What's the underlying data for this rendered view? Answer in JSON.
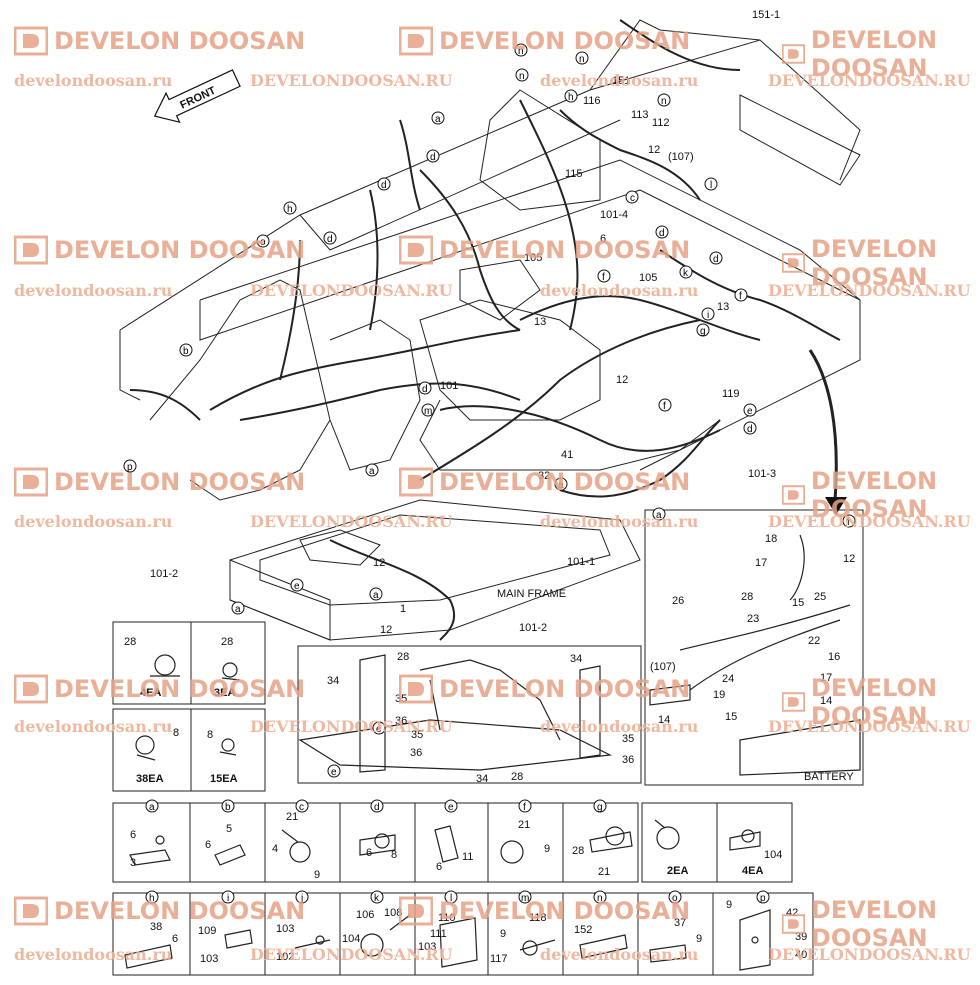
{
  "watermark": {
    "brand": "DEVELON DOOSAN",
    "url_lower": "develondoosan.ru",
    "url_upper": "DEVELONDOOSAN.RU"
  },
  "labels": {
    "front": "FRONT",
    "main_frame": "MAIN FRAME",
    "battery": "BATTERY",
    "p151_1": "151-1",
    "p151": "151",
    "p116": "116",
    "p113": "113",
    "p112": "112",
    "p12": "12",
    "p107": "(107)",
    "p115": "115",
    "p101_4": "101-4",
    "p6": "6",
    "p105": "105",
    "p13": "13",
    "p119": "119",
    "p101": "101",
    "p41": "41",
    "p32": "32",
    "p101_3": "101-3",
    "p101_1": "101-1",
    "p101_2": "101-2",
    "p1": "1",
    "p28": "28",
    "p34": "34",
    "p35": "35",
    "p36": "36",
    "p18": "18",
    "p17": "17",
    "p26": "26",
    "p15": "15",
    "p25": "25",
    "p23": "23",
    "p22": "22",
    "p16": "16",
    "p24": "24",
    "p19": "19",
    "p14": "14",
    "ea4": "4EA",
    "ea3": "3EA",
    "ea38": "38EA",
    "ea15": "15EA",
    "ea2": "2EA",
    "p8": "8",
    "p3": "3",
    "p5": "5",
    "p4": "4",
    "p21": "21",
    "p9": "9",
    "p11": "11",
    "p104": "104",
    "p109": "109",
    "p103": "103",
    "p102": "102",
    "p106": "106",
    "p108": "108",
    "p110": "110",
    "p111": "111",
    "p118": "118",
    "p117": "117",
    "p152": "152",
    "p37": "37",
    "p42": "42",
    "p39": "39",
    "p40": "40",
    "p38": "38"
  },
  "detail_letters": [
    "a",
    "b",
    "c",
    "d",
    "e",
    "f",
    "g",
    "h",
    "i",
    "j",
    "k",
    "l",
    "m",
    "n",
    "o",
    "p"
  ]
}
